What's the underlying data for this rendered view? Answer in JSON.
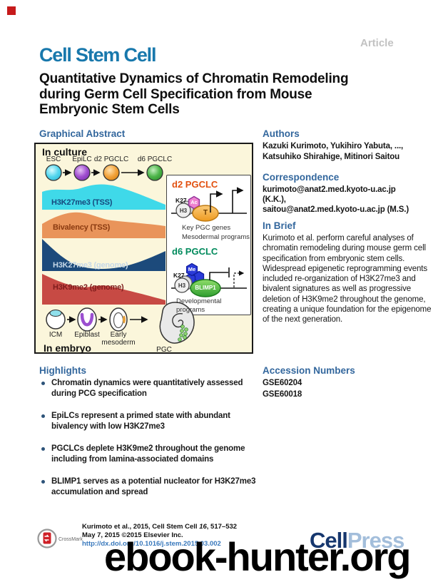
{
  "page": {
    "article_label": "Article",
    "journal": "Cell Stem Cell",
    "title_lines": [
      "Quantitative Dynamics of Chromatin Remodeling",
      "during Germ Cell Specification from Mouse",
      "Embryonic Stem Cells"
    ]
  },
  "colors": {
    "journal_teal": "#1878AC",
    "heading_blue": "#33679D",
    "band_cyan": "#3FD9E9",
    "band_orange": "#E9945A",
    "band_navy": "#1C4A7B",
    "band_red": "#C74A44",
    "d2_heading": "#E2500F",
    "d6_heading": "#008A5C",
    "cellpress_navy": "#16376E",
    "cellpress_light": "#A3BEDB",
    "crossmark_red": "#CF2027"
  },
  "graphical_abstract": {
    "heading": "Graphical Abstract",
    "in_culture": "In culture",
    "cells": [
      {
        "label": "ESC",
        "color": "#55D7EE"
      },
      {
        "label": "EpiLC",
        "color": "#A14FD0"
      },
      {
        "label": "d2 PGCLC",
        "color": "#F2A33C"
      },
      {
        "label": "d6 PGCLC",
        "color": "#4DB54A"
      }
    ],
    "bands": [
      {
        "label": "H3K27me3 (TSS)"
      },
      {
        "label": "Bivalency (TSS)"
      },
      {
        "label": "H3K27me3 (genome)"
      },
      {
        "label": "H3K9me2 (genome)"
      }
    ],
    "inset": {
      "d2": {
        "heading": "d2 PGCLC",
        "k27": "K27",
        "ac": "Ac",
        "h3": "H3",
        "t": "T",
        "cap1": "Key PGC genes",
        "cap2": "Mesodermal programs"
      },
      "d6": {
        "heading": "d6 PGCLC",
        "k27": "K27",
        "me": "Me",
        "h3": "H3",
        "blimp1": "BLIMP1",
        "cap1": "Developmental programs"
      }
    },
    "embryo": {
      "icm": "ICM",
      "epiblast": "Epiblast",
      "early1": "Early",
      "early2": "mesoderm",
      "pgc": "PGC",
      "in_embryo": "In embryo"
    }
  },
  "authors": {
    "heading": "Authors",
    "line1": "Kazuki Kurimoto, Yukihiro Yabuta, ...,",
    "line2": "Katsuhiko Shirahige, Mitinori Saitou"
  },
  "correspondence": {
    "heading": "Correspondence",
    "line1": "kurimoto@anat2.med.kyoto-u.ac.jp",
    "line2": "(K.K.),",
    "line3": "saitou@anat2.med.kyoto-u.ac.jp (M.S.)"
  },
  "in_brief": {
    "heading": "In Brief",
    "text": "Kurimoto et al. perform careful analyses of chromatin remodeling during mouse germ cell specification from embryonic stem cells. Widespread epigenetic reprogramming events included re-organization of H3K27me3 and bivalent signatures as well as progressive deletion of H3K9me2 throughout the genome, creating a unique foundation for the epigenome of the next generation."
  },
  "highlights": {
    "heading": "Highlights",
    "items": [
      "Chromatin dynamics were quantitatively assessed during PCG specification",
      "EpiLCs represent a primed state with abundant bivalency with low H3K27me3",
      "PGCLCs deplete H3K9me2 throughout the genome including from lamina-associated domains",
      "BLIMP1 serves as a potential nucleator for H3K27me3 accumulation and spread"
    ]
  },
  "accession": {
    "heading": "Accession Numbers",
    "items": [
      "GSE60204",
      "GSE60018"
    ]
  },
  "footer": {
    "crossmark_label": "CrossMark",
    "citation_pre": "Kurimoto et al., 2015, Cell Stem Cell ",
    "citation_vol": "16",
    "citation_post": ", 517–532",
    "line2": "May 7, 2015 ©2015 Elsevier Inc.",
    "doi": "http://dx.doi.org/10.1016/j.stem.2015.03.002",
    "cell": "Cell",
    "press": "Press"
  },
  "watermark": "ebook-hunter.org"
}
